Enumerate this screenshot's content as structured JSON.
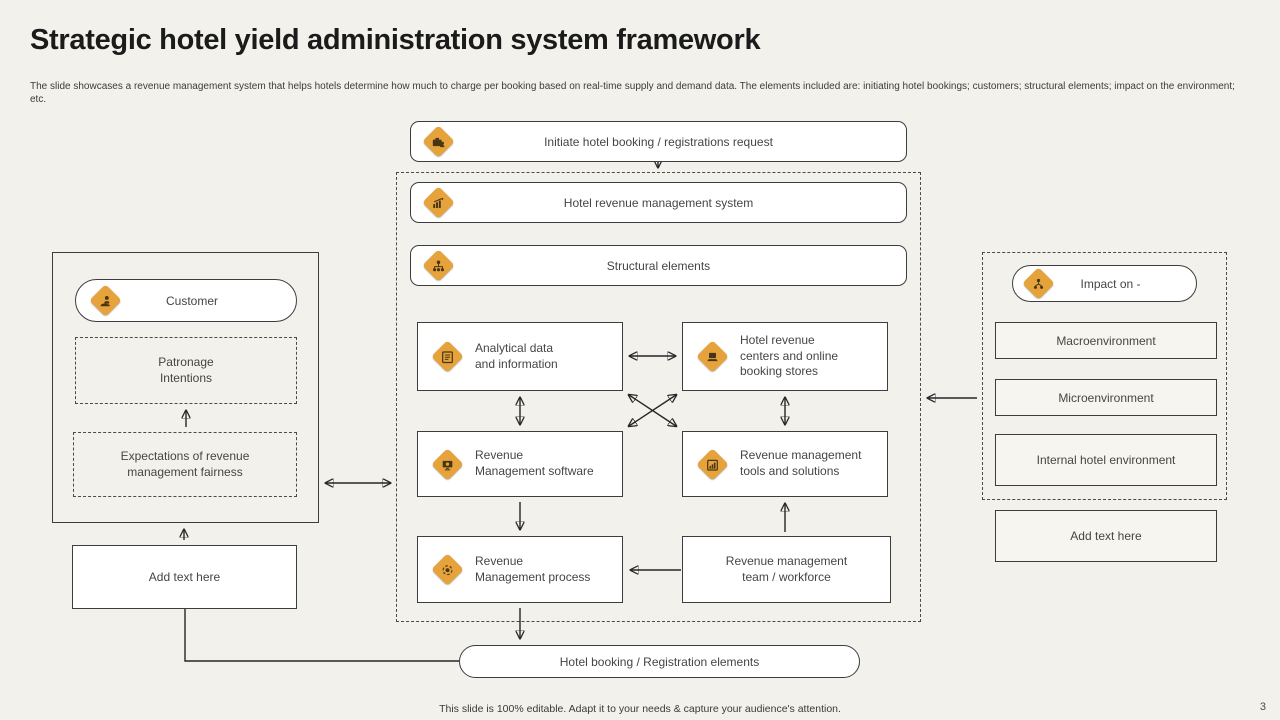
{
  "slide": {
    "title": "Strategic hotel yield administration system framework",
    "description": "The slide showcases a revenue management system that helps hotels determine how much to charge per booking based on real-time supply and demand data. The elements included are: initiating hotel bookings; customers; structural elements; impact on the environment; etc.",
    "footer": "This slide is 100% editable. Adapt it to your needs & capture your audience's attention.",
    "page_number": "3"
  },
  "colors": {
    "background": "#F2F1EC",
    "accent_orange": "#E6A23B",
    "border_dark": "#3d3d3d",
    "arrow": "#262626"
  },
  "flow": {
    "initiate": "Initiate hotel booking / registrations request",
    "hrms": "Hotel revenue  management  system",
    "structural": "Structural elements",
    "analytical": "Analytical data\nand information",
    "centers": "Hotel revenue\ncenters and online\nbooking stores",
    "software": "Revenue\nManagement  software",
    "tools": "Revenue  management\ntools and solutions",
    "process": "Revenue\nManagement  process",
    "team": "Revenue  management\nteam / workforce",
    "booking_elements": "Hotel booking / Registration elements"
  },
  "customer_panel": {
    "customer": "Customer",
    "patronage": "Patronage\nIntentions",
    "expectations": "Expectations of revenue\nmanagement  fairness",
    "add_text": "Add text here"
  },
  "impact_panel": {
    "title": "Impact on -",
    "items": [
      "Macroenvironment",
      "Microenvironment",
      "Internal  hotel environment"
    ],
    "add_text": "Add text here"
  },
  "icons": {
    "booking-icon": "briefcase-with-person",
    "revenue-system-icon": "bar-chart-growth",
    "structural-icon": "org-hierarchy",
    "analytical-icon": "document-lines",
    "revenue-centers-icon": "laptop-store",
    "software-icon": "monitor-coin",
    "tools-icon": "framed-bar-chart",
    "process-icon": "gear-cycle",
    "customer-icon": "hand-holding-person",
    "impact-icon": "people-network"
  }
}
